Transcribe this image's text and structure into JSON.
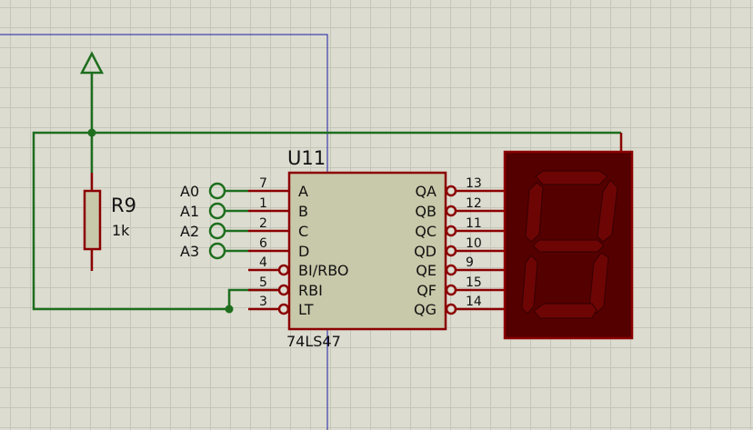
{
  "chip": {
    "ref": "U11",
    "part": "74LS47",
    "inputs": [
      {
        "pin": "7",
        "name": "A"
      },
      {
        "pin": "1",
        "name": "B"
      },
      {
        "pin": "2",
        "name": "C"
      },
      {
        "pin": "6",
        "name": "D"
      },
      {
        "pin": "4",
        "name": "BI/RBO"
      },
      {
        "pin": "5",
        "name": "RBI"
      },
      {
        "pin": "3",
        "name": "LT"
      }
    ],
    "outputs": [
      {
        "pin": "13",
        "name": "QA"
      },
      {
        "pin": "12",
        "name": "QB"
      },
      {
        "pin": "11",
        "name": "QC"
      },
      {
        "pin": "10",
        "name": "QD"
      },
      {
        "pin": "9",
        "name": "QE"
      },
      {
        "pin": "15",
        "name": "QF"
      },
      {
        "pin": "14",
        "name": "QG"
      }
    ]
  },
  "terminals": [
    "A0",
    "A1",
    "A2",
    "A3"
  ],
  "resistor": {
    "ref": "R9",
    "value": "1k"
  },
  "colors": {
    "wire": "#1e6e1e",
    "pin": "#8b0000",
    "chip_body": "#c8c8aa",
    "display_bg": "#550000",
    "segment": "#6e0505"
  }
}
